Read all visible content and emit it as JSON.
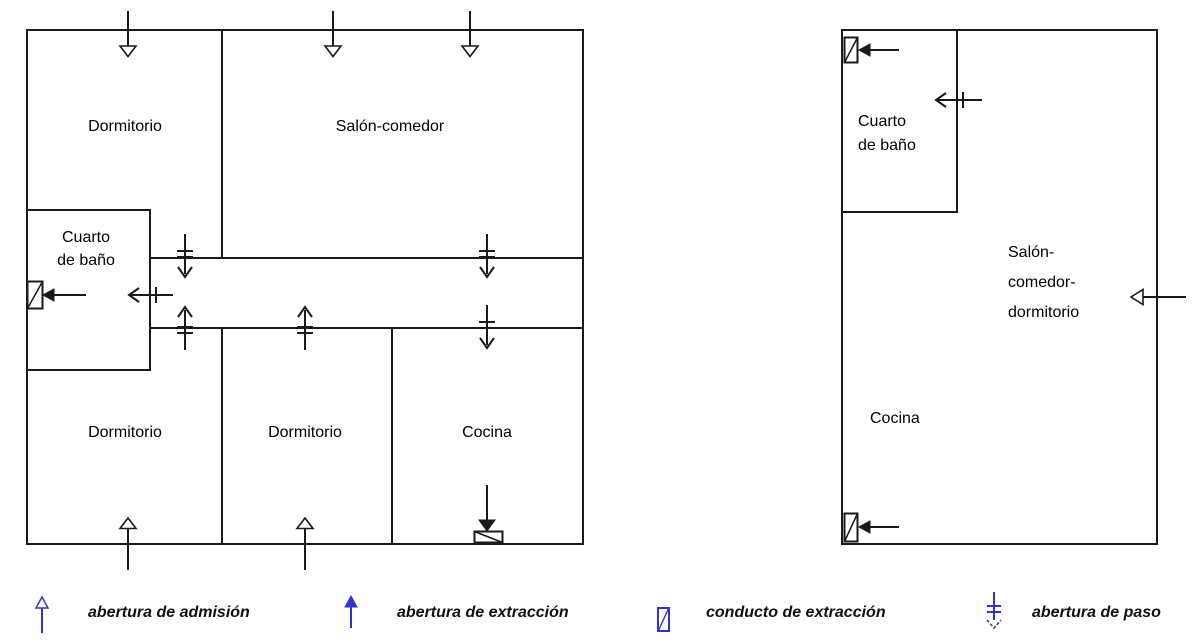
{
  "left_plan": {
    "description": "three-bedroom dwelling floor plan with ventilation openings",
    "rooms": {
      "bedroom_top_left": "Dormitorio",
      "living_dining": "Salón-comedor",
      "bathroom": {
        "line1": "Cuarto",
        "line2": "de baño"
      },
      "bedroom_bottom_left": "Dormitorio",
      "bedroom_bottom_middle": "Dormitorio",
      "kitchen": "Cocina"
    }
  },
  "right_plan": {
    "description": "studio dwelling floor plan with ventilation openings",
    "rooms": {
      "bathroom": {
        "line1": "Cuarto",
        "line2": "de baño"
      },
      "living_dining_bedroom": {
        "line1": "Salón-",
        "line2": "comedor-",
        "line3": "dormitorio"
      },
      "kitchen": "Cocina"
    }
  },
  "legend": {
    "items": [
      {
        "symbol": "admission-opening-icon",
        "label": "abertura de admisión"
      },
      {
        "symbol": "extraction-opening-icon",
        "label": "abertura de extracción"
      },
      {
        "symbol": "extraction-duct-icon",
        "label": "conducto de extracción"
      },
      {
        "symbol": "passage-opening-icon",
        "label": "abertura de paso"
      }
    ]
  },
  "colors": {
    "plan_line": "#1a1a1a",
    "legend_symbol_blue": "#3333cc",
    "text": "#000000",
    "background": "#ffffff"
  }
}
